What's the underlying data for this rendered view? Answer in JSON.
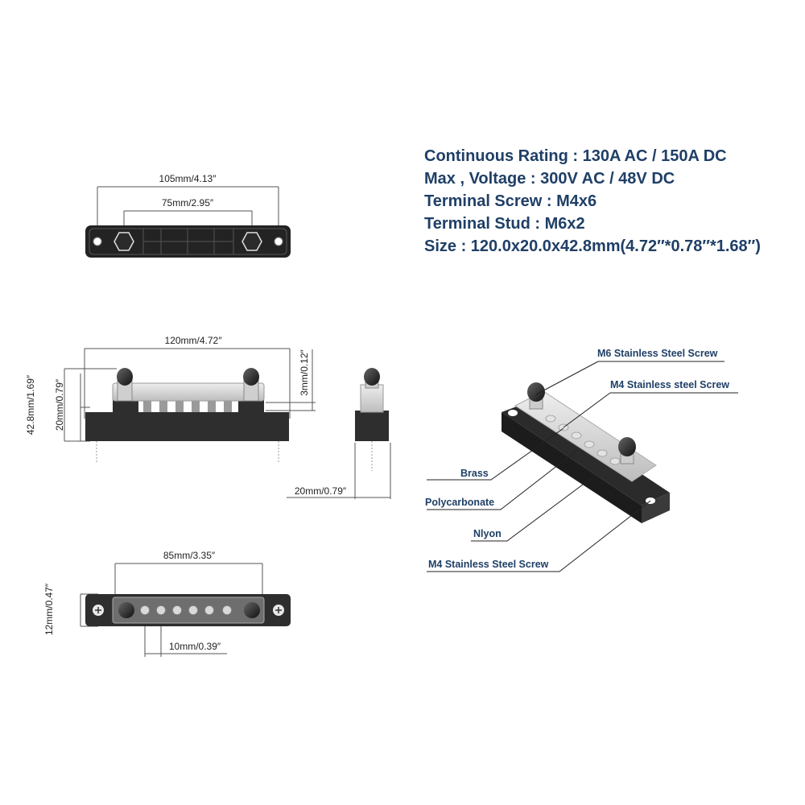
{
  "specs": {
    "continuous_rating": "Continuous Rating : 130A AC / 150A DC",
    "max_voltage": "Max , Voltage : 300V AC / 48V DC",
    "terminal_screw": "Terminal Screw : M4x6",
    "terminal_stud": "Terminal Stud : M6x2",
    "size": "Size : 120.0x20.0x42.8mm(4.72″*0.78″*1.68″)"
  },
  "top_view": {
    "overall_width": "105mm/4.13″",
    "stud_spacing": "75mm/2.95″"
  },
  "front_view": {
    "length": "120mm/4.72″",
    "total_height": "42.8mm/1.69″",
    "base_height": "20mm/0.79″",
    "cover_gap": "3mm/0.12″"
  },
  "side_view": {
    "width": "20mm/0.79″"
  },
  "bottom_view": {
    "terminal_span": "85mm/3.35″",
    "height": "12mm/0.47″",
    "pitch": "10mm/0.39″"
  },
  "materials": {
    "m6_screw": "M6 Stainless Steel Screw",
    "m4_screw_top": "M4 Stainless steel Screw",
    "brass": "Brass",
    "polycarbonate": "Polycarbonate",
    "nylon": "Nlyon",
    "m4_screw_bottom": "M4 Stainless Steel Screw"
  },
  "colors": {
    "spec_text": "#1f3f66",
    "base": "#2b2b2b",
    "cover": "#d8d8d8"
  }
}
